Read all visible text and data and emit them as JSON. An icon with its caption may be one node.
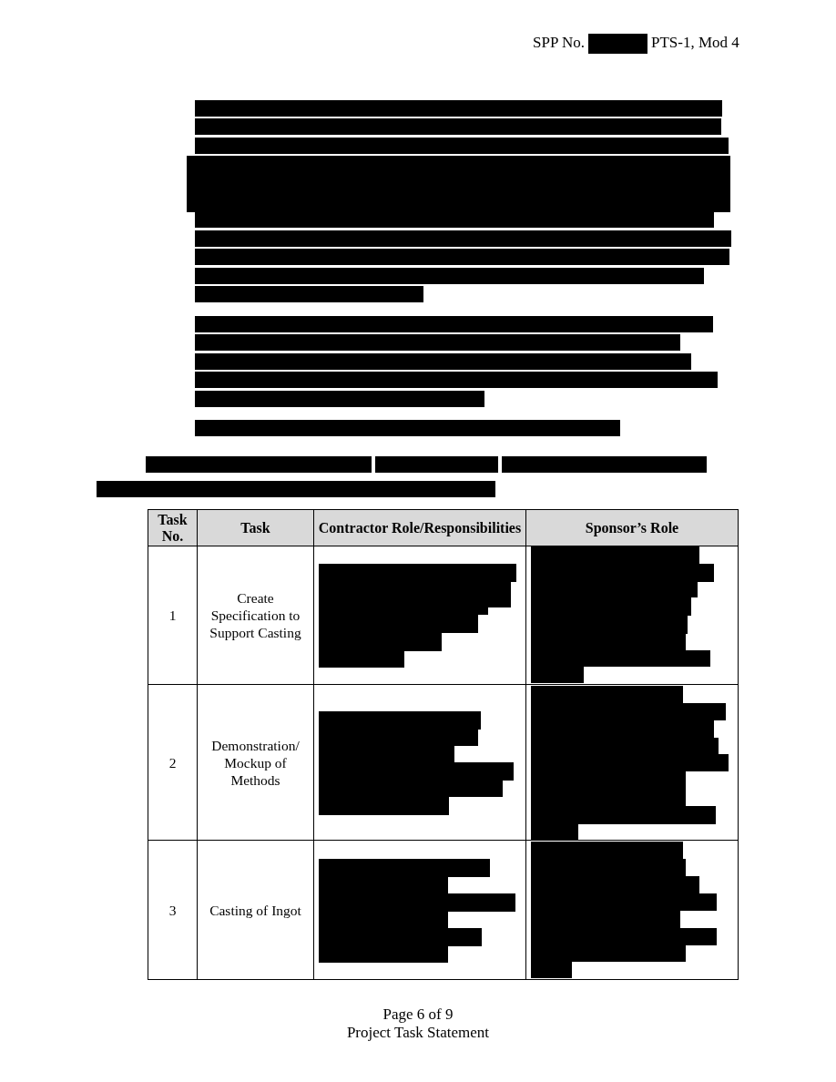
{
  "diagram": {
    "labels": [
      "SPP No.",
      "PTS-1, Mod 4",
      "Task No.",
      "Task",
      "Contractor Role/Responsibilities",
      "Sponsor’s Role",
      "1",
      "Create Specification to Support Casting",
      "2",
      "Demonstration/ Mockup of Methods",
      "3",
      "Casting of Ingot",
      "Page 6 of 9",
      "Project Task Statement"
    ]
  }
}
